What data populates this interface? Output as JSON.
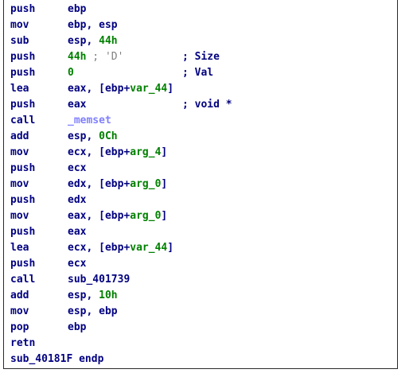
{
  "lines": [
    {
      "mnemonic": "push",
      "operands": [
        {
          "t": "ebp",
          "k": "plain"
        }
      ]
    },
    {
      "mnemonic": "mov",
      "operands": [
        {
          "t": "ebp, esp",
          "k": "plain"
        }
      ]
    },
    {
      "mnemonic": "sub",
      "operands": [
        {
          "t": "esp, ",
          "k": "plain"
        },
        {
          "t": "44h",
          "k": "num"
        }
      ]
    },
    {
      "mnemonic": "push",
      "operands": [
        {
          "t": "44h",
          "k": "num"
        },
        {
          "t": " ; 'D'",
          "k": "ctext"
        }
      ],
      "comment": "; Size"
    },
    {
      "mnemonic": "push",
      "operands": [
        {
          "t": "0",
          "k": "num"
        }
      ],
      "comment": "; Val"
    },
    {
      "mnemonic": "lea",
      "operands": [
        {
          "t": "eax, [ebp+",
          "k": "plain"
        },
        {
          "t": "var_44",
          "k": "var"
        },
        {
          "t": "]",
          "k": "plain"
        }
      ]
    },
    {
      "mnemonic": "push",
      "operands": [
        {
          "t": "eax",
          "k": "plain"
        }
      ],
      "comment": "; void *"
    },
    {
      "mnemonic": "call",
      "operands": [
        {
          "t": "_memset",
          "k": "func"
        }
      ]
    },
    {
      "mnemonic": "add",
      "operands": [
        {
          "t": "esp, ",
          "k": "plain"
        },
        {
          "t": "0Ch",
          "k": "num"
        }
      ]
    },
    {
      "mnemonic": "mov",
      "operands": [
        {
          "t": "ecx, [ebp+",
          "k": "plain"
        },
        {
          "t": "arg_4",
          "k": "var"
        },
        {
          "t": "]",
          "k": "plain"
        }
      ]
    },
    {
      "mnemonic": "push",
      "operands": [
        {
          "t": "ecx",
          "k": "plain"
        }
      ]
    },
    {
      "mnemonic": "mov",
      "operands": [
        {
          "t": "edx, [ebp+",
          "k": "plain"
        },
        {
          "t": "arg_0",
          "k": "var"
        },
        {
          "t": "]",
          "k": "plain"
        }
      ]
    },
    {
      "mnemonic": "push",
      "operands": [
        {
          "t": "edx",
          "k": "plain"
        }
      ]
    },
    {
      "mnemonic": "mov",
      "operands": [
        {
          "t": "eax, [ebp+",
          "k": "plain"
        },
        {
          "t": "arg_0",
          "k": "var"
        },
        {
          "t": "]",
          "k": "plain"
        }
      ]
    },
    {
      "mnemonic": "push",
      "operands": [
        {
          "t": "eax",
          "k": "plain"
        }
      ]
    },
    {
      "mnemonic": "lea",
      "operands": [
        {
          "t": "ecx, [ebp+",
          "k": "plain"
        },
        {
          "t": "var_44",
          "k": "var"
        },
        {
          "t": "]",
          "k": "plain"
        }
      ]
    },
    {
      "mnemonic": "push",
      "operands": [
        {
          "t": "ecx",
          "k": "plain"
        }
      ]
    },
    {
      "mnemonic": "call",
      "operands": [
        {
          "t": "sub_401739",
          "k": "plain"
        }
      ]
    },
    {
      "mnemonic": "add",
      "operands": [
        {
          "t": "esp, ",
          "k": "plain"
        },
        {
          "t": "10h",
          "k": "num"
        }
      ]
    },
    {
      "mnemonic": "mov",
      "operands": [
        {
          "t": "esp, ebp",
          "k": "plain"
        }
      ]
    },
    {
      "mnemonic": "pop",
      "operands": [
        {
          "t": "ebp",
          "k": "plain"
        }
      ]
    },
    {
      "mnemonic": "retn",
      "operands": []
    },
    {
      "mnemonic": "sub_40181F endp",
      "operands": []
    }
  ],
  "colors": {
    "text": "#000080",
    "immediate": "#008000",
    "comment_string": "#808080",
    "imported_function": "#8080ff",
    "background": "#ffffff"
  }
}
